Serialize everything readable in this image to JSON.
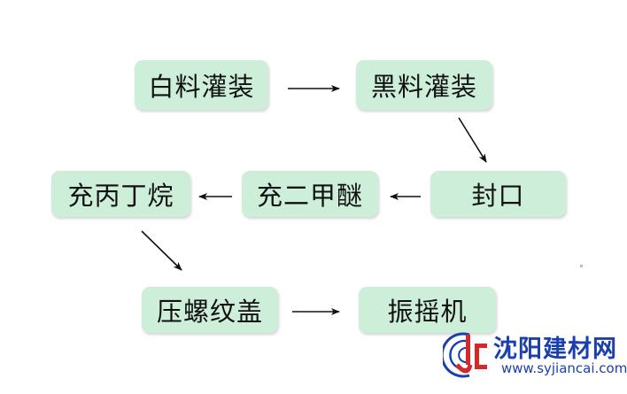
{
  "nodes": {
    "n1": "白料灌装",
    "n2": "黑料灌装",
    "n3": "封口",
    "n4": "充二甲醚",
    "n5": "充丙丁烷",
    "n6": "压螺纹盖",
    "n7": "振摇机"
  },
  "edges": [
    {
      "from": "n1",
      "to": "n2"
    },
    {
      "from": "n2",
      "to": "n3"
    },
    {
      "from": "n3",
      "to": "n4"
    },
    {
      "from": "n4",
      "to": "n5"
    },
    {
      "from": "n5",
      "to": "n6"
    },
    {
      "from": "n6",
      "to": "n7"
    }
  ],
  "watermark": {
    "name": "沈阳建材网",
    "url": "www.syjiancai.com"
  },
  "colors": {
    "node_fill": "#cdeed9",
    "arrow": "#111111",
    "watermark_blue": "#1a3fae",
    "watermark_red": "#d62828"
  }
}
